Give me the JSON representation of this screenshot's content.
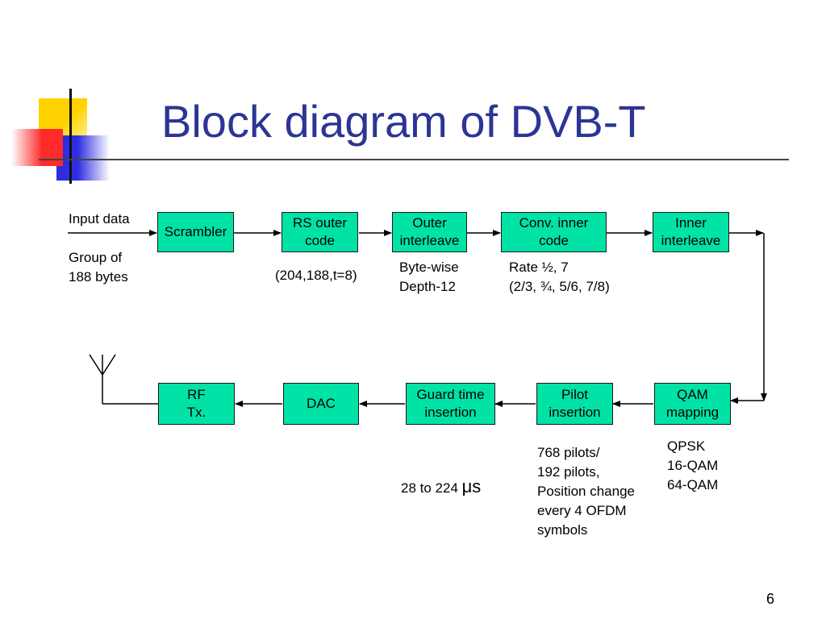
{
  "slide": {
    "title": "Block diagram of DVB-T",
    "page_number": "6"
  },
  "blocks": {
    "scrambler": "Scrambler",
    "rs_outer_code": "RS outer\ncode",
    "outer_interleave": "Outer\ninterleave",
    "conv_inner_code": "Conv. inner\ncode",
    "inner_interleave": "Inner\ninterleave",
    "qam_mapping": "QAM\nmapping",
    "pilot_insertion": "Pilot\ninsertion",
    "guard_time_insertion": "Guard time\ninsertion",
    "dac": "DAC",
    "rf_tx": "RF\nTx."
  },
  "notes": {
    "input_data": "Input data",
    "group_of_bytes": "Group of\n188 bytes",
    "rs_params": "(204,188,t=8)",
    "interleave_params": "Byte-wise\nDepth-12",
    "rate": "Rate ½, 7\n(2/3, ¾, 5/6, 7/8)",
    "guard_range_prefix": "28 to 224 ",
    "guard_range_unit": "μs",
    "pilots": "768 pilots/\n192 pilots,\nPosition change\nevery 4 OFDM\nsymbols",
    "modulations": "QPSK\n16-QAM\n64-QAM"
  },
  "colors": {
    "title": "#2c3594",
    "block_fill": "#00e2a6",
    "deco_yellow": "#ffd200",
    "deco_red": "#ff2a2a",
    "deco_blue": "#2e2ee0"
  },
  "icons": {
    "antenna": "antenna-icon"
  }
}
